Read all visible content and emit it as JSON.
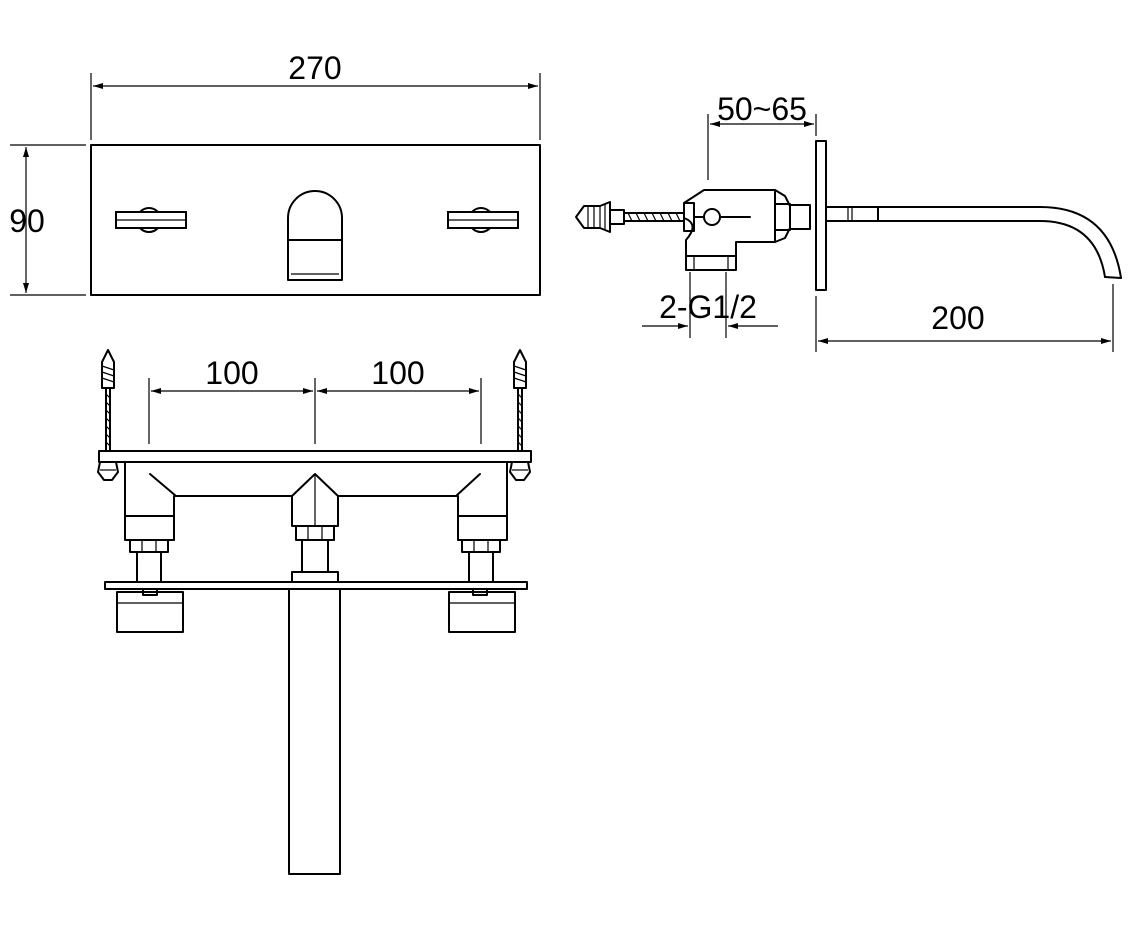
{
  "dimensions": {
    "front_width": "270",
    "front_height": "90",
    "wall_depth": "50~65",
    "inlet_thread": "2-G1/2",
    "spout_projection": "200",
    "handle_spacing_left": "100",
    "handle_spacing_right": "100"
  },
  "colors": {
    "line": "#000000",
    "background": "#ffffff"
  }
}
